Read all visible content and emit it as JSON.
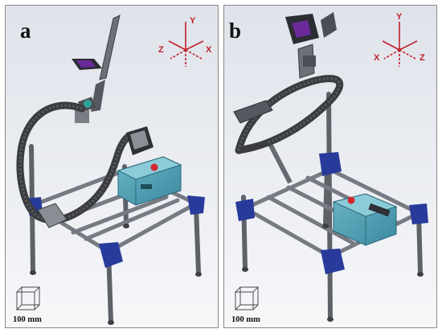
{
  "panels": [
    {
      "label": "a",
      "axes": {
        "up": "Y",
        "left": "Z",
        "right": "X"
      },
      "scale_label": "100 mm"
    },
    {
      "label": "b",
      "axes": {
        "up": "Y",
        "left": "X",
        "right": "Z"
      },
      "scale_label": "100 mm"
    }
  ],
  "colors": {
    "axis_red": "#c0202a",
    "frame_gray": "#6b6e74",
    "joint_blue": "#283a9a",
    "box_teal": "#4a9db0",
    "stop_red": "#d4262c",
    "cable_chain": "#3a3c40",
    "screen_purple": "#6a2a9a"
  }
}
